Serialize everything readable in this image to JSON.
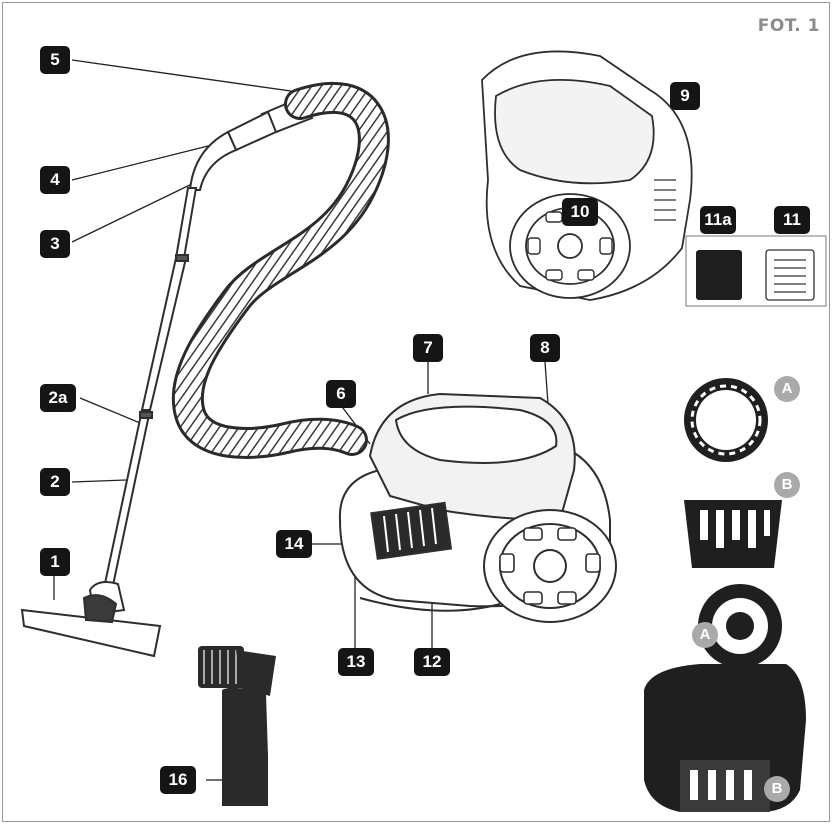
{
  "figure_label": "FOT. 1",
  "callouts": {
    "c1": "1",
    "c2": "2",
    "c2a": "2a",
    "c3": "3",
    "c4": "4",
    "c5": "5",
    "c6": "6",
    "c7": "7",
    "c8": "8",
    "c9": "9",
    "c10": "10",
    "c11": "11",
    "c11a": "11a",
    "c12": "12",
    "c13": "13",
    "c14": "14",
    "c16": "16"
  },
  "parts": {
    "part_a": "A",
    "part_b": "B"
  },
  "colors": {
    "callout_bg": "#151515",
    "part_badge": "#a9a9a9",
    "line_art": "#333333",
    "frame": "#9a9a9a"
  }
}
